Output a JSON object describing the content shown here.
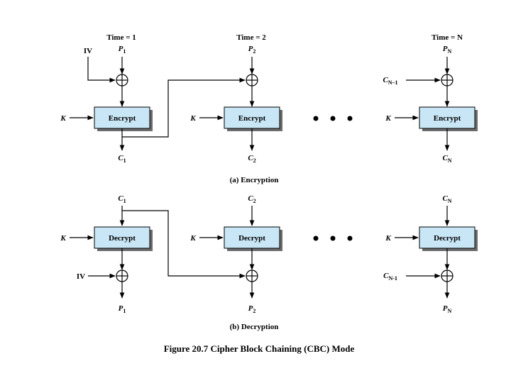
{
  "encryption": {
    "time_labels": [
      "Time = 1",
      "Time = 2",
      "Time = N"
    ],
    "iv_label": "IV",
    "plaintexts": [
      {
        "base": "P",
        "sub": "1"
      },
      {
        "base": "P",
        "sub": "2"
      },
      {
        "base": "P",
        "sub": "N"
      }
    ],
    "key_labels": [
      "K",
      "K",
      "K"
    ],
    "block_label": "Encrypt",
    "ciphertexts": [
      {
        "base": "C",
        "sub": "1"
      },
      {
        "base": "C",
        "sub": "2"
      },
      {
        "base": "C",
        "sub": "N"
      }
    ],
    "prev_cipher": {
      "base": "C",
      "sub": "N–1"
    },
    "caption": "(a) Encryption"
  },
  "decryption": {
    "ciphertexts": [
      {
        "base": "C",
        "sub": "1"
      },
      {
        "base": "C",
        "sub": "2"
      },
      {
        "base": "C",
        "sub": "N"
      }
    ],
    "key_labels": [
      "K",
      "K",
      "K"
    ],
    "block_label": "Decrypt",
    "iv_label": "IV",
    "prev_cipher": {
      "base": "C",
      "sub": "N-1"
    },
    "plaintexts": [
      {
        "base": "P",
        "sub": "1"
      },
      {
        "base": "P",
        "sub": "2"
      },
      {
        "base": "P",
        "sub": "N"
      }
    ],
    "caption": "(b) Decryption"
  },
  "figure_title": "Figure 20.7 Cipher Block Chaining (CBC) Mode"
}
